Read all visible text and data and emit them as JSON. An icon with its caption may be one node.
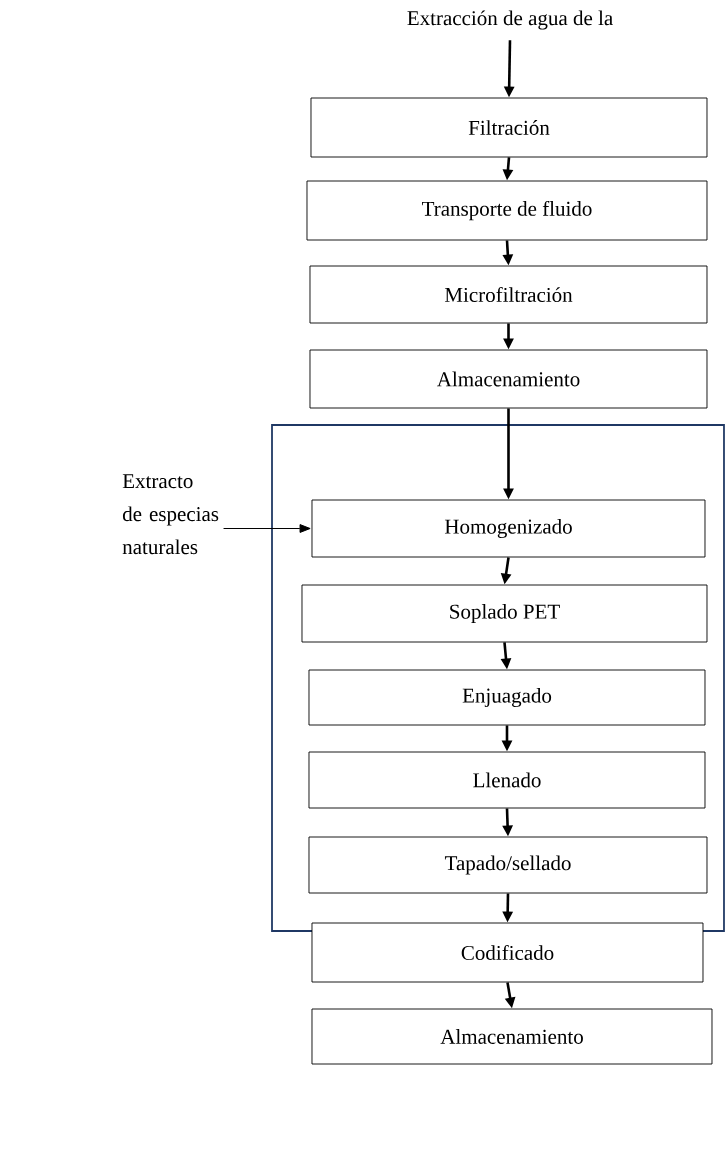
{
  "diagram": {
    "nodes": [
      {
        "text": [
          "Extracción de agua de la"
        ]
      },
      {
        "text": [
          "Filtración"
        ]
      },
      {
        "text": [
          "Transporte de fluido"
        ]
      },
      {
        "text": [
          "Microfiltración"
        ]
      },
      {
        "text": [
          "Almacenamiento"
        ]
      },
      {
        "text": [],
        "shape": "box"
      },
      {
        "text": [
          "Homogenizado"
        ],
        "in": 5
      },
      {
        "text": [
          "Soplado PET"
        ],
        "in": 5
      },
      {
        "text": [
          "Enjuagado"
        ],
        "in": 5
      },
      {
        "text": [
          "Llenado"
        ],
        "in": 5
      },
      {
        "text": [
          "Tapado/sellado"
        ],
        "in": 5
      },
      {
        "text": [
          "Codificado"
        ]
      },
      {
        "text": [
          "Almacenamiento"
        ]
      },
      {
        "text": [
          "Extracto de especias naturales"
        ]
      }
    ],
    "edges": [
      {
        "from": 0,
        "to": 1,
        "arrow": "to"
      },
      {
        "from": 1,
        "to": 2,
        "arrow": "to"
      },
      {
        "from": 2,
        "to": 3,
        "arrow": "to"
      },
      {
        "from": 3,
        "to": 4,
        "arrow": "to"
      },
      {
        "from": 4,
        "to": 6,
        "arrow": "to"
      },
      {
        "from": 13,
        "to": 6,
        "arrow": "to"
      },
      {
        "from": 6,
        "to": 7,
        "arrow": "to"
      },
      {
        "from": 7,
        "to": 8,
        "arrow": "to"
      },
      {
        "from": 8,
        "to": 9,
        "arrow": "to"
      },
      {
        "from": 9,
        "to": 10,
        "arrow": "to"
      },
      {
        "from": 10,
        "to": 11,
        "arrow": "to"
      },
      {
        "from": 11,
        "to": 12,
        "arrow": "to"
      }
    ]
  }
}
